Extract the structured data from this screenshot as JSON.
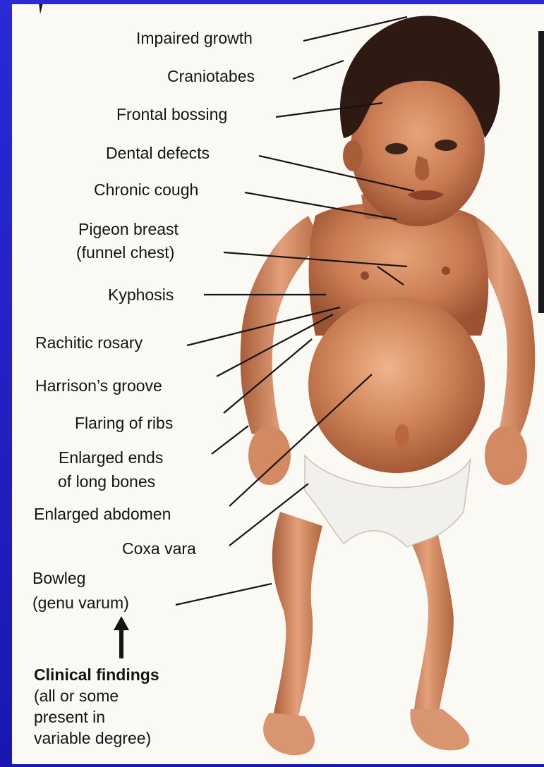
{
  "labels": {
    "impaired_growth": "Impaired growth",
    "craniotabes": "Craniotabes",
    "frontal_bossing": "Frontal bossing",
    "dental_defects": "Dental defects",
    "chronic_cough": "Chronic cough",
    "pigeon_breast_1": "Pigeon breast",
    "pigeon_breast_2": "(funnel chest)",
    "kyphosis": "Kyphosis",
    "rachitic_rosary": "Rachitic rosary",
    "harrisons_groove": "Harrison’s groove",
    "flaring_of_ribs": "Flaring of ribs",
    "enlarged_ends_1": "Enlarged ends",
    "enlarged_ends_2": "of long bones",
    "enlarged_abdomen": "Enlarged abdomen",
    "coxa_vara": "Coxa vara",
    "bowleg_1": "Bowleg",
    "bowleg_2": "(genu varum)"
  },
  "footer": {
    "title": "Clinical findings",
    "lines": [
      "(all or some",
      "present in",
      "variable degree)"
    ]
  },
  "colors": {
    "background": "#2323c8",
    "panel": "#fbf9f4",
    "skin": "#c77a52",
    "hair": "#2e1a12",
    "diaper": "#f2f0ec",
    "leader": "#141414"
  }
}
